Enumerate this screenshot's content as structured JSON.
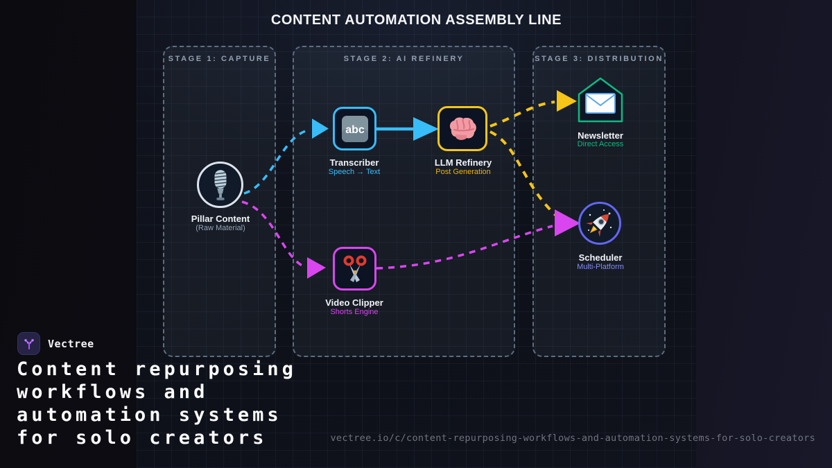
{
  "page": {
    "title": "CONTENT AUTOMATION ASSEMBLY LINE",
    "url": "vectree.io/c/content-repurposing-workflows-and-automation-systems-for-solo-creators",
    "background_color": "#0d0d14",
    "panel_grid_color": "#7d9bc8"
  },
  "brand": {
    "name": "Vectree",
    "logo_icon": "vector-branch-icon",
    "logo_color": "#a855f7",
    "headline_lines": [
      "Content repurposing",
      "workflows and",
      "automation systems",
      "for solo creators"
    ]
  },
  "stages": [
    {
      "label": "STAGE 1: CAPTURE"
    },
    {
      "label": "STAGE 2: AI REFINERY"
    },
    {
      "label": "STAGE 3: DISTRIBUTION"
    }
  ],
  "nodes": {
    "pillar": {
      "label": "Pillar Content",
      "sublabel": "(Raw Material)",
      "icon": "microphone-icon",
      "shape": "circle",
      "border_color": "#dde4ec",
      "sublabel_color": "#94a3b8"
    },
    "transcriber": {
      "label": "Transcriber",
      "sublabel": "Speech → Text",
      "icon": "abc-input-icon",
      "shape": "rounded-square",
      "border_color": "#38bdf8",
      "sublabel_color": "#38bdf8"
    },
    "llm": {
      "label": "LLM Refinery",
      "sublabel": "Post Generation",
      "icon": "brain-icon",
      "shape": "rounded-square",
      "border_color": "#f5c518",
      "sublabel_color": "#eab308"
    },
    "clipper": {
      "label": "Video Clipper",
      "sublabel": "Shorts Engine",
      "icon": "scissors-icon",
      "shape": "rounded-square",
      "border_color": "#d946ef",
      "sublabel_color": "#d946ef"
    },
    "newsletter": {
      "label": "Newsletter",
      "sublabel": "Direct Access",
      "icon": "envelope-icon",
      "shape": "house",
      "border_color": "#10b981",
      "sublabel_color": "#10b981"
    },
    "scheduler": {
      "label": "Scheduler",
      "sublabel": "Multi-Platform",
      "icon": "rocket-icon",
      "shape": "circle",
      "border_color": "#6366f1",
      "sublabel_color": "#818cf8"
    }
  },
  "connectors": [
    {
      "from": "pillar",
      "to": "transcriber",
      "style": "dashed",
      "color": "#38bdf8"
    },
    {
      "from": "transcriber",
      "to": "llm",
      "style": "solid",
      "color": "#38bdf8"
    },
    {
      "from": "llm",
      "to": "newsletter",
      "style": "dashed",
      "color": "#f5c518"
    },
    {
      "from": "llm",
      "to": "scheduler",
      "style": "dashed",
      "color": "#f5c518"
    },
    {
      "from": "pillar",
      "to": "clipper",
      "style": "dashed",
      "color": "#d946ef"
    },
    {
      "from": "clipper",
      "to": "scheduler",
      "style": "dashed",
      "color": "#d946ef"
    }
  ]
}
